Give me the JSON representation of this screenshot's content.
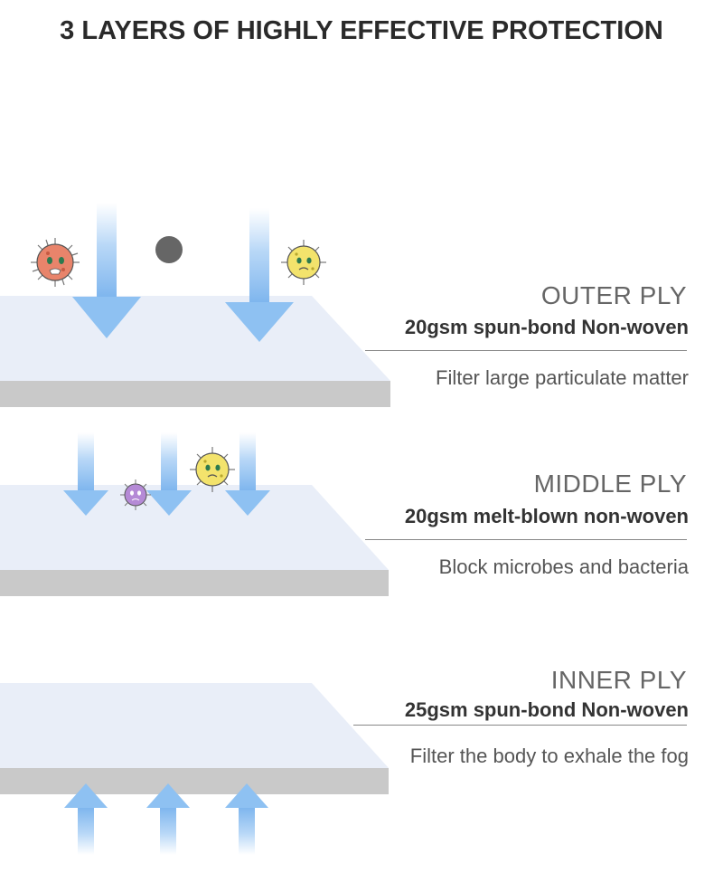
{
  "title": "3 LAYERS OF HIGHLY EFFECTIVE PROTECTION",
  "colors": {
    "layer_top": "#e9eef8",
    "layer_edge": "#c9c9c9",
    "arrow": "#8ec1f2",
    "germ_orange": "#e8846b",
    "germ_yellow": "#f3e36c",
    "germ_purple": "#b58ad6",
    "particle": "#666666"
  },
  "layers": [
    {
      "name": "OUTER PLY",
      "spec": "20gsm spun-bond Non-woven",
      "desc": "Filter large particulate matter"
    },
    {
      "name": "MIDDLE PLY",
      "spec": "20gsm melt-blown non-woven",
      "desc": "Block microbes and bacteria"
    },
    {
      "name": "INNER PLY",
      "spec": "25gsm spun-bond Non-woven",
      "desc": "Filter the body to exhale the fog"
    }
  ]
}
